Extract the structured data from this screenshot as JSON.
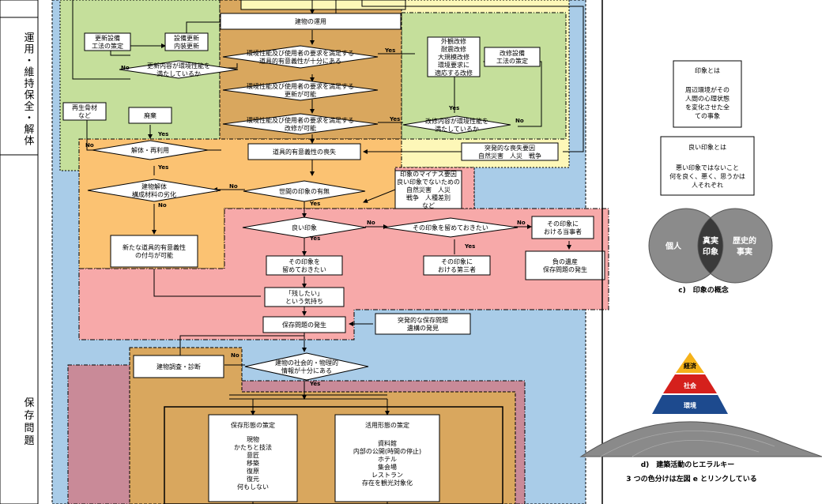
{
  "side_labels": {
    "operation": [
      "運",
      "用",
      "・",
      "維",
      "持",
      "保",
      "全",
      "・",
      "解",
      "体"
    ],
    "preservation": [
      "保",
      "存",
      "問",
      "題"
    ]
  },
  "nodes": {
    "building_operation": "建物の運用",
    "renovation_plan": [
      "更新設備",
      "工法の策定"
    ],
    "equipment_update": [
      "設備更新",
      "内装更新"
    ],
    "d_performance_1": [
      "環境性能及び使用者の要求を満足する",
      "道具的有意義性が十分にある"
    ],
    "d_update_ok": [
      "更新内容が環境性能を",
      "満たしているか"
    ],
    "d_performance_2": [
      "環境性能及び使用者の要求を満足する",
      "更新が可能"
    ],
    "recycled": [
      "再生骨材",
      "など"
    ],
    "disposal": "廃棄",
    "exterior_renovation": [
      "外観改修",
      "耐震改修",
      "大規模改修",
      "環境要求に",
      "適応する改修"
    ],
    "renovation_method": [
      "改修設備",
      "工法の策定"
    ],
    "d_performance_3": [
      "環境性能及び使用者の要求を満足する",
      "改修が可能"
    ],
    "d_renovation_ok": [
      "改修内容が環境性能を",
      "満たしているか"
    ],
    "d_demolish_reuse": "解体・再利用",
    "loss_of_meaning": "道具的有意義性の喪失",
    "sudden_loss": [
      "突発的な喪失要因",
      "自然災害　人災　戦争"
    ],
    "d_building_degrade": [
      "建物解体",
      "構成材料の劣化"
    ],
    "d_public_impression": "世間の印象の有無",
    "negative_factors": [
      "印象のマイナス要因",
      "良い印象でないための",
      "自然災害　人災",
      "戦争　人種差別",
      "など"
    ],
    "new_meaning": [
      "新たな道具的有意義性",
      "の付与が可能"
    ],
    "d_good_impression": "良い印象",
    "d_keep_impression": "その印象を留めておきたい",
    "party_concerned": [
      "その印象に",
      "おける当事者"
    ],
    "keep_impression": [
      "その印象を",
      "留めておきたい"
    ],
    "third_party": [
      "その印象に",
      "おける第三者"
    ],
    "negative_heritage": [
      "負の遺産",
      "保存問題の発生"
    ],
    "want_to_keep": [
      "「残したい」",
      "という気持ち"
    ],
    "preservation_issue": "保存問題の発生",
    "sudden_issue": [
      "突発的な保存問題",
      "遺構の発見"
    ],
    "building_survey": "建物調査・診断",
    "d_sufficient_info": [
      "建物の社会的・物理的",
      "情報が十分にある"
    ],
    "preservation_form": "保存形態の策定",
    "preservation_items": [
      "現物",
      "かたちと技法",
      "意匠",
      "移築",
      "復原",
      "復元",
      "何もしない"
    ],
    "utilization_form": "活用形態の策定",
    "utilization_items": [
      "資料館",
      "内部の公開(時間の停止)",
      "ホテル",
      "集会場",
      "レストラン",
      "存在を観光対象化"
    ]
  },
  "labels": {
    "yes": "Yes",
    "no": "No"
  },
  "concept": {
    "impression_def_title": "印象とは",
    "impression_def_body": [
      "周辺環境がその",
      "人間の心理状態",
      "を変化させた全",
      "ての事象"
    ],
    "good_def_title": "良い印象とは",
    "good_def_body": [
      "悪い印象ではないこと",
      "何を良く、悪く、思うかは",
      "人それぞれ"
    ],
    "venn_left": "個人",
    "venn_center": [
      "真実",
      "印象"
    ],
    "venn_right": [
      "歴史的",
      "事実"
    ],
    "caption_c": "c)　印象の概念"
  },
  "hierarchy": {
    "levels": [
      "経済",
      "社会",
      "環境"
    ],
    "caption_d": "d)　建築活動のヒエラルキー",
    "caption_note": "3 つの色分けは左図 e とリンクしている"
  },
  "colors": {
    "green": "#c5df9b",
    "tan": "#d9a75e",
    "orange": "#fbc272",
    "pink": "#f7a9a9",
    "mauve": "#c98a98",
    "blue": "#a9cce8",
    "yellow": "#fdf7b8",
    "pyr_top": "#f5b21a",
    "pyr_mid": "#d5201c",
    "pyr_bot": "#1d4a8e",
    "venn": "#777777"
  }
}
